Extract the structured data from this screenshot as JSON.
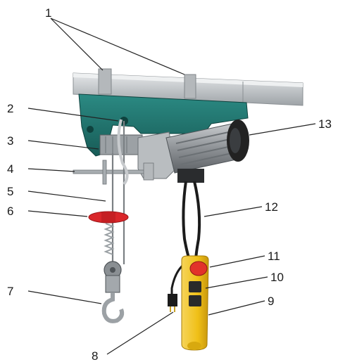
{
  "callouts": [
    {
      "key": "c1",
      "label": "1"
    },
    {
      "key": "c2",
      "label": "2"
    },
    {
      "key": "c3",
      "label": "3"
    },
    {
      "key": "c4",
      "label": "4"
    },
    {
      "key": "c5",
      "label": "5"
    },
    {
      "key": "c6",
      "label": "6"
    },
    {
      "key": "c7",
      "label": "7"
    },
    {
      "key": "c8",
      "label": "8"
    },
    {
      "key": "c9",
      "label": "9"
    },
    {
      "key": "c10",
      "label": "10"
    },
    {
      "key": "c11",
      "label": "11"
    },
    {
      "key": "c12",
      "label": "12"
    },
    {
      "key": "c13",
      "label": "13"
    }
  ],
  "colors": {
    "hoist_body": "#1f6f6a",
    "motor": "#8d9093",
    "rail": "#c9ccce",
    "stopper": "#d9262a",
    "pendant": "#f2c31b",
    "pendant_button": "#e2322a"
  }
}
